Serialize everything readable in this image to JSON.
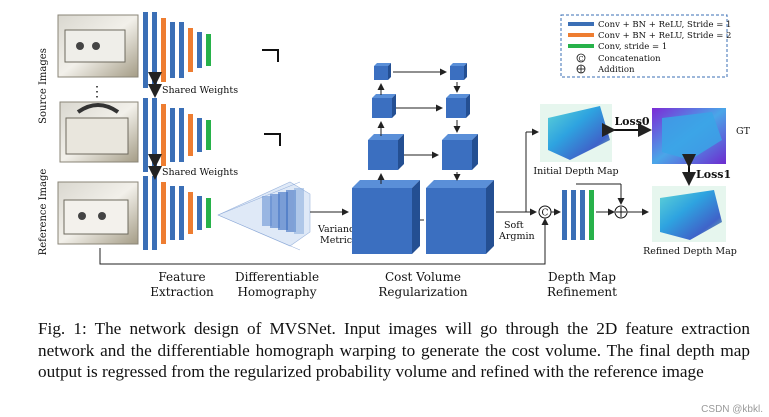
{
  "side_labels": {
    "source": "Source Images",
    "reference": "Reference Image"
  },
  "shared_weights": [
    "Shared Weights",
    "Shared Weights"
  ],
  "legend": {
    "items": [
      {
        "label": "Conv + BN + ReLU, Stride = 1",
        "color": "#3b6fb6"
      },
      {
        "label": "Conv + BN + ReLU, Stride = 2",
        "color": "#ee7d31"
      },
      {
        "label": "Conv, stride = 1",
        "color": "#27b24a"
      }
    ],
    "concat_symbol": "C",
    "concat_label": "Concatenation",
    "add_symbol": "+",
    "add_label": "Addition"
  },
  "stage_labels": {
    "feature": [
      "Feature",
      "Extraction"
    ],
    "homography": [
      "Differentiable",
      "Homography"
    ],
    "cost_volume": [
      "Cost Volume",
      "Regularization"
    ],
    "refinement": [
      "Depth Map",
      "Refinement"
    ]
  },
  "inline_labels": {
    "variance": [
      "Variance",
      "Metric"
    ],
    "soft_argmin": [
      "Soft",
      "Argmin"
    ],
    "initial_depth": "Initial Depth Map",
    "refined_depth": "Refined Depth Map",
    "gt": "GT",
    "loss0": "Loss0",
    "loss1": "Loss1",
    "dots": "⋮"
  },
  "caption": "Fig. 1: The network design of MVSNet. Input images will go through the 2D feature extraction network and the differentiable homograph warping to generate the cost volume. The final depth map output is regressed from the regularized probability volume and refined with the reference image",
  "watermark": "CSDN @kbkl."
}
